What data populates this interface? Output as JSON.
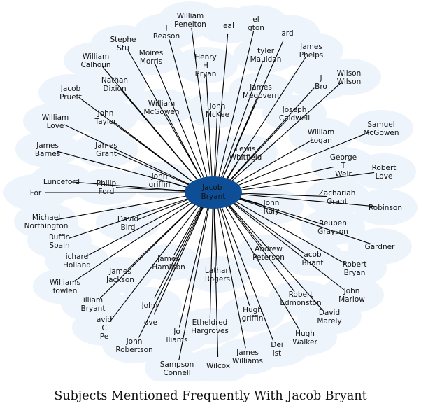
{
  "title": "Subjects Mentioned Frequently With Jacob Bryant",
  "colors": {
    "center": "#0d4e96",
    "halo": "#eef4fb",
    "edge": "#000000",
    "text": "#111111"
  },
  "center": {
    "label": [
      "Jacob",
      "Bryant"
    ]
  },
  "nodes": [
    {
      "label": [
        "William",
        "Penelton"
      ]
    },
    {
      "label": [
        "eal"
      ]
    },
    {
      "label": [
        "el",
        "gton"
      ]
    },
    {
      "label": [
        "ard"
      ]
    },
    {
      "label": [
        "J",
        "Reason"
      ]
    },
    {
      "label": [
        "Stephe",
        "Stu"
      ]
    },
    {
      "label": [
        "William",
        "Calhoun"
      ]
    },
    {
      "label": [
        "Moires",
        "Morris"
      ]
    },
    {
      "label": [
        "Henry",
        "H",
        "Bryan"
      ]
    },
    {
      "label": [
        "tyler",
        "Mauldan"
      ]
    },
    {
      "label": [
        "James",
        "Phelps"
      ]
    },
    {
      "label": [
        "Wilson",
        "Wilson"
      ]
    },
    {
      "label": [
        "J",
        "Bro"
      ]
    },
    {
      "label": [
        "Jacob",
        "Pruett"
      ]
    },
    {
      "label": [
        "Nathan",
        "Dixion"
      ]
    },
    {
      "label": [
        "James",
        "Megovern"
      ]
    },
    {
      "label": [
        "William",
        "McGowen"
      ]
    },
    {
      "label": [
        "John",
        "McKee"
      ]
    },
    {
      "label": [
        "Joseph",
        "Caldwell"
      ]
    },
    {
      "label": [
        "William",
        "Love"
      ]
    },
    {
      "label": [
        "John",
        "Taylor"
      ]
    },
    {
      "label": [
        "Samuel",
        "McGowen"
      ]
    },
    {
      "label": [
        "William",
        "Logan"
      ]
    },
    {
      "label": [
        "James",
        "Barnes"
      ]
    },
    {
      "label": [
        "James",
        "Grant"
      ]
    },
    {
      "label": [
        "Lewis",
        "Whitfield"
      ]
    },
    {
      "label": [
        "George",
        "T",
        "Weir"
      ]
    },
    {
      "label": [
        "Robert",
        "Love"
      ]
    },
    {
      "label": [
        "John",
        "griffin"
      ]
    },
    {
      "label": [
        "Lunceford"
      ]
    },
    {
      "label": [
        "Philip",
        "Ford"
      ]
    },
    {
      "label": [
        "For"
      ]
    },
    {
      "label": [
        "Zachariah",
        "Grant"
      ]
    },
    {
      "label": [
        "John",
        "Raly"
      ]
    },
    {
      "label": [
        "Robinson"
      ]
    },
    {
      "label": [
        "Michael",
        "Northington"
      ]
    },
    {
      "label": [
        "David",
        "Bird"
      ]
    },
    {
      "label": [
        "Reuben",
        "Grayson"
      ]
    },
    {
      "label": [
        "Ruffin",
        "Spain"
      ]
    },
    {
      "label": [
        "Gardner"
      ]
    },
    {
      "label": [
        "Andrew",
        "Peterson"
      ]
    },
    {
      "label": [
        "acob",
        "Buant"
      ]
    },
    {
      "label": [
        "ichard",
        "Holland"
      ]
    },
    {
      "label": [
        "James",
        "Hamilton"
      ]
    },
    {
      "label": [
        "Robert",
        "Bryan"
      ]
    },
    {
      "label": [
        "James",
        "Jackson"
      ]
    },
    {
      "label": [
        "Lathan",
        "Rogers"
      ]
    },
    {
      "label": [
        "Williams",
        "fowlen"
      ]
    },
    {
      "label": [
        "John",
        "Marlow"
      ]
    },
    {
      "label": [
        "Robert",
        "Edmonston"
      ]
    },
    {
      "label": [
        "illiam",
        "Bryant"
      ]
    },
    {
      "label": [
        "John"
      ]
    },
    {
      "label": [
        "Hugh",
        "griffin"
      ]
    },
    {
      "label": [
        "David",
        "Marely"
      ]
    },
    {
      "label": [
        "avid",
        "C",
        "Pe"
      ]
    },
    {
      "label": [
        "love"
      ]
    },
    {
      "label": [
        "Etheldred",
        "Hargroves"
      ]
    },
    {
      "label": [
        "Hugh",
        "Walker"
      ]
    },
    {
      "label": [
        "Jo",
        "lliams"
      ]
    },
    {
      "label": [
        "John",
        "Robertson"
      ]
    },
    {
      "label": [
        "James",
        "Williams"
      ]
    },
    {
      "label": [
        "Dei",
        "ist"
      ]
    },
    {
      "label": [
        "Sampson",
        "Connell"
      ]
    },
    {
      "label": [
        "Wilcox"
      ]
    }
  ]
}
